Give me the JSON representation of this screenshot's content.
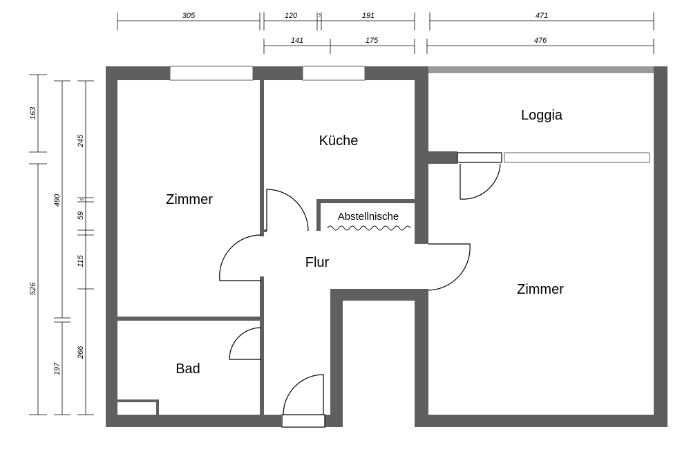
{
  "rooms": {
    "zimmer_left": "Zimmer",
    "kueche": "Küche",
    "abstellnische": "Abstellnische",
    "flur": "Flur",
    "bad": "Bad",
    "loggia": "Loggia",
    "zimmer_right": "Zimmer"
  },
  "dimensions": {
    "top_row1": [
      "305",
      "120",
      "5",
      "191",
      "471"
    ],
    "top_row2": [
      "141",
      "175",
      "476"
    ],
    "left_col1": [
      "163",
      "526"
    ],
    "left_col2": [
      "245",
      "490",
      "5",
      "59",
      "115",
      "197",
      "266"
    ]
  }
}
